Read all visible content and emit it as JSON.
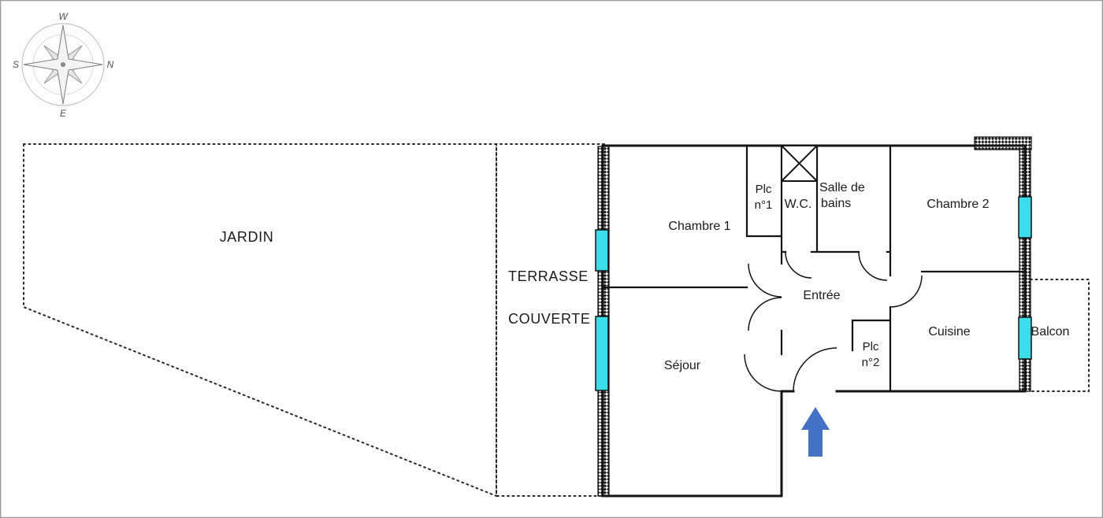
{
  "areas": {
    "jardin": "JARDIN",
    "terrasse_line1": "TERRASSE",
    "terrasse_line2": "COUVERTE",
    "balcon": "Balcon"
  },
  "rooms": {
    "chambre1": "Chambre 1",
    "chambre2": "Chambre 2",
    "sejour": "Séjour",
    "cuisine": "Cuisine",
    "entree": "Entrée",
    "wc": "W.C.",
    "salle_de_bains_line1": "Salle de",
    "salle_de_bains_line2": "bains",
    "plc1_line1": "Plc",
    "plc1_line2": "n°1",
    "plc2_line1": "Plc",
    "plc2_line2": "n°2"
  },
  "compass": {
    "top": "W",
    "right": "N",
    "bottom": "E",
    "left": "S"
  },
  "colors": {
    "window": "#3cdce8",
    "arrow": "#4472c4",
    "wall": "#141414",
    "dotted": "#2a2a2a"
  }
}
